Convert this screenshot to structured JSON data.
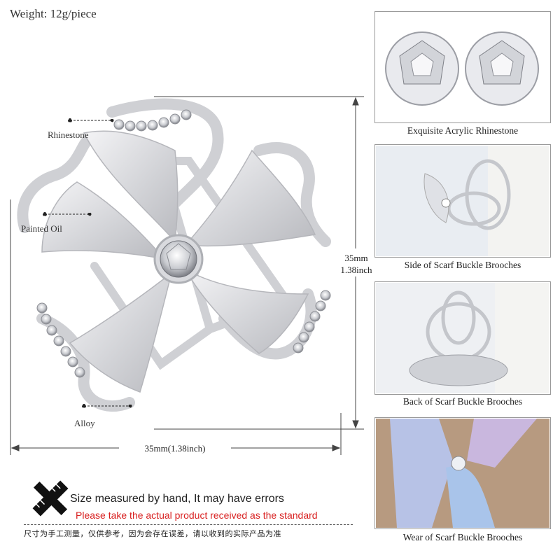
{
  "header": {
    "weight": "Weight: 12g/piece"
  },
  "labels": {
    "rhinestone": "Rhinestone",
    "painted_oil": "Painted Oil",
    "alloy": "Alloy"
  },
  "dimensions": {
    "height_mm": "35mm",
    "height_inch": "1.38inch",
    "width": "35mm(1.38inch)"
  },
  "notice": {
    "english": "Size measured by hand, It may have errors",
    "red": "Please take the actual product received as the standard",
    "chinese": "尺寸为手工测量，仅供参考，因为会存在误差，请以收到的实际产品为准"
  },
  "panels": [
    {
      "caption": "Exquisite Acrylic Rhinestone"
    },
    {
      "caption": "Side of Scarf Buckle Brooches"
    },
    {
      "caption": "Back of Scarf Buckle Brooches"
    },
    {
      "caption": "Wear of Scarf Buckle Brooches"
    }
  ],
  "colors": {
    "silver": "#d9dade",
    "red_text": "#d81f1f",
    "panel_border": "#9a9a9a"
  }
}
